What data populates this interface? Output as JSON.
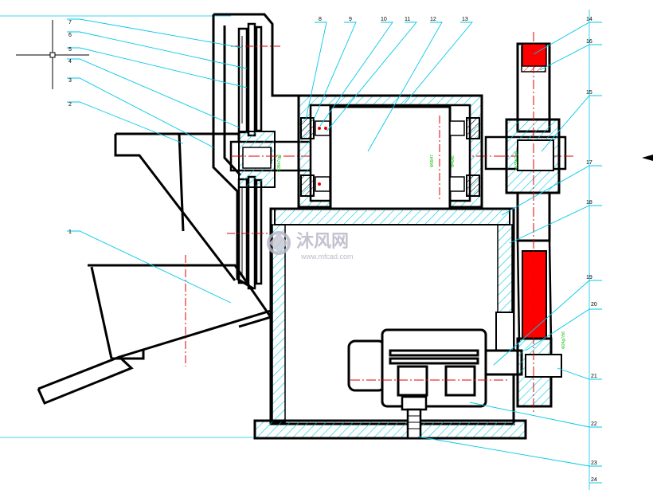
{
  "parts": [
    {
      "label": "1"
    },
    {
      "label": "2"
    },
    {
      "label": "3"
    },
    {
      "label": "4"
    },
    {
      "label": "5"
    },
    {
      "label": "6"
    },
    {
      "label": "7"
    },
    {
      "label": "8"
    },
    {
      "label": "9"
    },
    {
      "label": "10"
    },
    {
      "label": "11"
    },
    {
      "label": "12"
    },
    {
      "label": "13"
    },
    {
      "label": "14"
    },
    {
      "label": "15"
    },
    {
      "label": "16"
    },
    {
      "label": "17"
    },
    {
      "label": "18"
    },
    {
      "label": "19"
    },
    {
      "label": "20"
    },
    {
      "label": "21"
    },
    {
      "label": "22"
    },
    {
      "label": "23"
    },
    {
      "label": "24"
    }
  ],
  "fits": {
    "shaft_left": "Φ35h7/g6",
    "shaft_mid": "Φ55H7",
    "bearing": "Φ40k6",
    "shaft_right": "Φ35h7/g6",
    "motor_pulley": "Φ24g7/h6"
  },
  "watermark": {
    "brand": "沐风网",
    "url": "www.mfcad.com"
  },
  "colors": {
    "outline": "#000000",
    "leader": "#00c8e8",
    "hatch": "#00c8e8",
    "centerline": "#e00000",
    "belt": "#ff0000",
    "dimension": "#00c000"
  }
}
